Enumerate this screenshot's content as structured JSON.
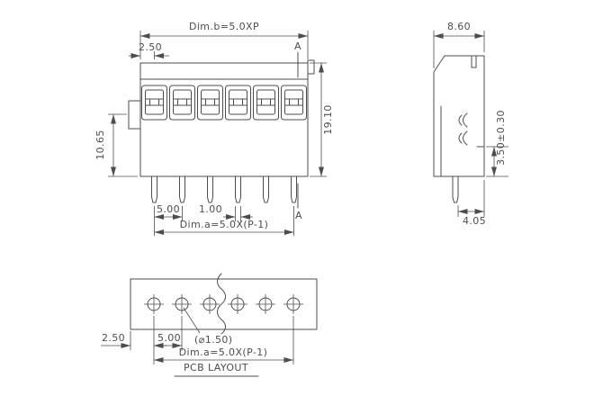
{
  "colors": {
    "line": "#4d4d4d",
    "background": "#ffffff"
  },
  "front": {
    "dim_b": "Dim.b=5.0XP",
    "dim_offset": "2.50",
    "dim_total_height": "19.10",
    "dim_body_height": "10.65",
    "dim_pitch": "5.00",
    "dim_pin_width": "1.00",
    "dim_a": "Dim.a=5.0X(P-1)",
    "section_a_top": "A",
    "section_a_bottom": "A"
  },
  "side": {
    "dim_depth": "8.60",
    "dim_pin_len": "3.50±0.30",
    "dim_pin_offset": "4.05"
  },
  "pcb": {
    "dim_edge_offset": "2.50",
    "dim_hole_pitch": "5.00",
    "hole_dia": "(⌀1.50)",
    "dim_a": "Dim.a=5.0X(P-1)",
    "caption": "PCB LAYOUT"
  }
}
